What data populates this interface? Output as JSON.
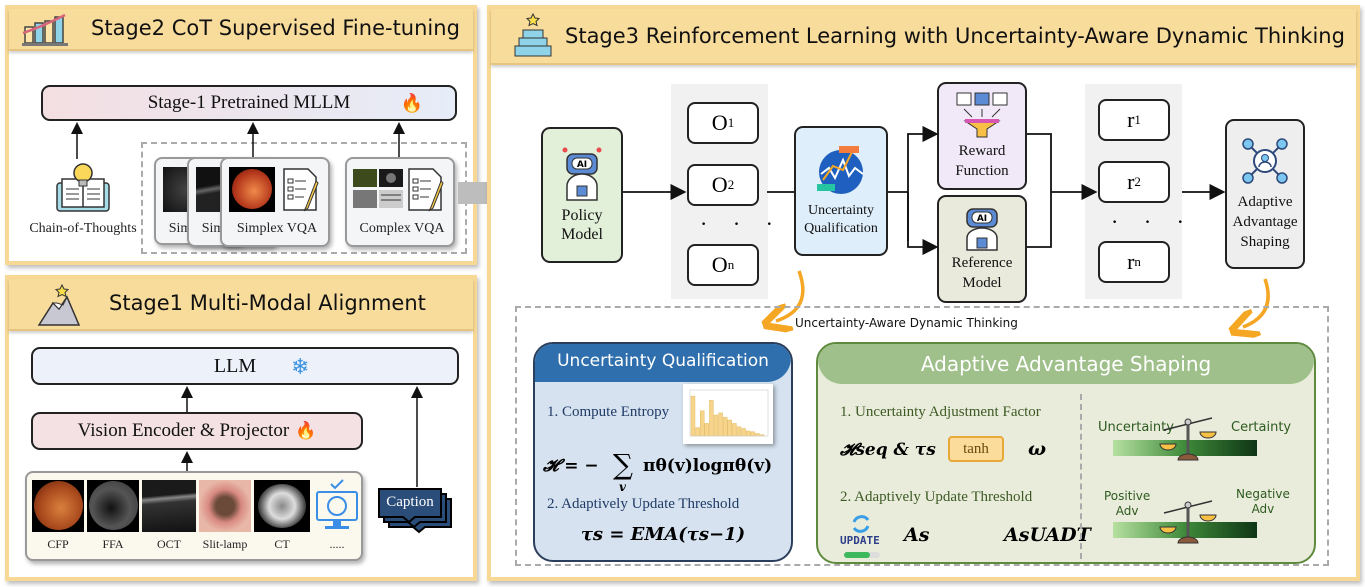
{
  "stage2": {
    "title": "Stage2 CoT Supervised Fine-tuning",
    "icon": "growth-chart-icon",
    "mllm_label": "Stage-1 Pretrained MLLM",
    "mllm_status_icon": "fire-icon",
    "cot_label": "Chain-of-Thoughts",
    "simplex_stack_labels": [
      "Sim",
      "Sim",
      "Simplex VQA"
    ],
    "complex_label": "Complex VQA"
  },
  "stage1": {
    "title": "Stage1 Multi-Modal Alignment",
    "icon": "mountain-star-icon",
    "llm_label": "LLM",
    "llm_status_icon": "snowflake-icon",
    "encoder_label": "Vision Encoder & Projector",
    "encoder_status_icon": "fire-icon",
    "modalities": [
      "CFP",
      "FFA",
      "OCT",
      "Slit-lamp",
      "CT",
      "....."
    ],
    "caption_label": "Caption"
  },
  "stage3": {
    "title": "Stage3 Reinforcement Learning with Uncertainty-Aware Dynamic Thinking",
    "icon": "podium-star-icon",
    "policy_label": [
      "Policy",
      "Model"
    ],
    "outputs": [
      {
        "base": "O",
        "sub": "1"
      },
      {
        "base": "O",
        "sub": "2"
      },
      {
        "base": "O",
        "sub": "n"
      }
    ],
    "outputs_ellipsis": "· · ·",
    "uq_label": [
      "Uncertainty",
      "Qualification"
    ],
    "reward_label": [
      "Reward",
      "Function"
    ],
    "reference_label": [
      "Reference",
      "Model"
    ],
    "rewards": [
      {
        "base": "r",
        "sub": "1"
      },
      {
        "base": "r",
        "sub": "2"
      },
      {
        "base": "r",
        "sub": "n"
      }
    ],
    "rewards_ellipsis": "· · ·",
    "aas_label": [
      "Adaptive",
      "Advantage",
      "Shaping"
    ],
    "uadt_label": "Uncertainty-Aware Dynamic Thinking",
    "uq_panel": {
      "title": "Uncertainty Qualification",
      "step1": "1. Compute Entropy",
      "formula1_lhs": "𝓗 = −",
      "formula1_sum": "∑",
      "formula1_sub": "v",
      "formula1_rhs": "πθ(v)logπθ(v)",
      "step2": "2. Adaptively Update Threshold",
      "formula2": "τs = EMA(τs−1)"
    },
    "aas_panel": {
      "title": "Adaptive Advantage Shaping",
      "step1": "1. Uncertainty Adjustment Factor",
      "formula1_lhs": "𝓗seq & τs",
      "tanh_label": "tanh",
      "formula1_rhs": "ω",
      "step2": "2. Adaptively Update Threshold",
      "update_icon_label": "UPDATE",
      "formula2_lhs": "As",
      "formula2_rhs": "AsUADT",
      "scale1_left": "Uncertainty",
      "scale1_right": "Certainty",
      "scale2_left": [
        "Positive",
        "Adv"
      ],
      "scale2_right": [
        "Negative",
        "Adv"
      ]
    }
  },
  "colors": {
    "panel_border": "#f7d894",
    "panel_header": "#f8dc9c",
    "uq_header": "#2f6fad",
    "uq_body": "#d6e2ef",
    "aas_header": "#9fc08a",
    "aas_body": "#e9ecdb",
    "policy_fill": "#e2efd9",
    "uq_fill": "#deeefa",
    "reward_fill": "#f1e9f7",
    "reference_fill": "#e9eadb",
    "aas_fill": "#eeeeee",
    "orange_arrow": "#f5a623"
  }
}
